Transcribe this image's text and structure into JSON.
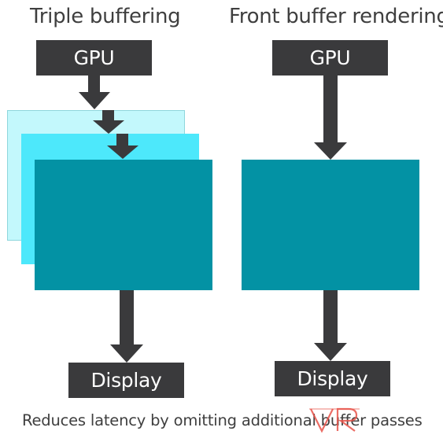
{
  "left": {
    "title": "Triple buffering",
    "gpu_label": "GPU",
    "display_label": "Display"
  },
  "right": {
    "title": "Front buffer rendering",
    "gpu_label": "GPU",
    "display_label": "Display"
  },
  "caption": "Reduces latency by omitting additional buffer passes",
  "colors": {
    "box": "#3a3a3c",
    "buffer_back": "#c3f8fc",
    "buffer_middle": "#4de8fb",
    "buffer_front": "#0392a4",
    "text": "#3f3f3f",
    "watermark": "#e8544a"
  },
  "watermark_icon": "vr-logo"
}
